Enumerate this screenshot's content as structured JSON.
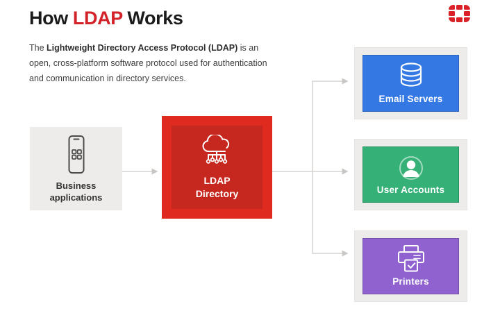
{
  "header": {
    "title_prefix": "How ",
    "title_highlight": "LDAP",
    "title_suffix": " Works",
    "highlight_color": "#d2232a",
    "logo": {
      "name": "fortinet-logo",
      "color": "#da2127"
    }
  },
  "description": {
    "lead": "The ",
    "bold": "Lightweight Directory Access Protocol (LDAP)",
    "rest": " is an open, cross-platform software protocol used for authentication and communication in directory services."
  },
  "diagram": {
    "source": {
      "label": "Business applications",
      "bg": "#edecea",
      "icon": "smartphone-apps-icon"
    },
    "hub": {
      "label": "LDAP Directory",
      "bg_outer": "#df2a1f",
      "bg_inner": "#c6271e",
      "icon": "cloud-network-icon"
    },
    "targets": [
      {
        "label": "Email Servers",
        "bg": "#3478e4",
        "icon": "database-icon"
      },
      {
        "label": "User Accounts",
        "bg": "#35b077",
        "icon": "user-circle-icon"
      },
      {
        "label": "Printers",
        "bg": "#8f62cf",
        "icon": "printer-check-icon"
      }
    ],
    "connector_color": "#d6d4d2"
  }
}
